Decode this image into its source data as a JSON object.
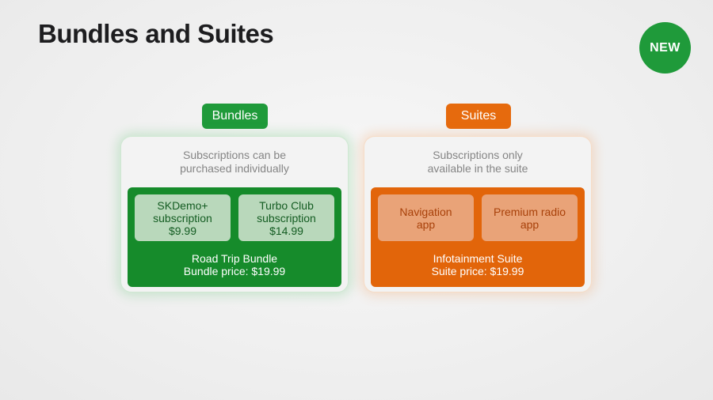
{
  "slide": {
    "title": "Bundles and Suites",
    "badge": "NEW"
  },
  "bundles": {
    "tag": "Bundles",
    "description_line1": "Subscriptions can be",
    "description_line2": "purchased individually",
    "items": [
      {
        "line1": "SKDemo+",
        "line2": "subscription",
        "line3": "$9.99"
      },
      {
        "line1": "Turbo Club",
        "line2": "subscription",
        "line3": "$14.99"
      }
    ],
    "footer_line1": "Road Trip Bundle",
    "footer_line2": "Bundle price: $19.99"
  },
  "suites": {
    "tag": "Suites",
    "description_line1": "Subscriptions only",
    "description_line2": "available in the suite",
    "items": [
      {
        "line1": "Navigation",
        "line2": "app"
      },
      {
        "line1": "Premium radio",
        "line2": "app"
      }
    ],
    "footer_line1": "Infotainment Suite",
    "footer_line2": "Suite price: $19.99"
  },
  "colors": {
    "green": "#1f9a3a",
    "green_inner": "#168b2b",
    "orange": "#e66a0d",
    "orange_inner": "#e2650a"
  }
}
